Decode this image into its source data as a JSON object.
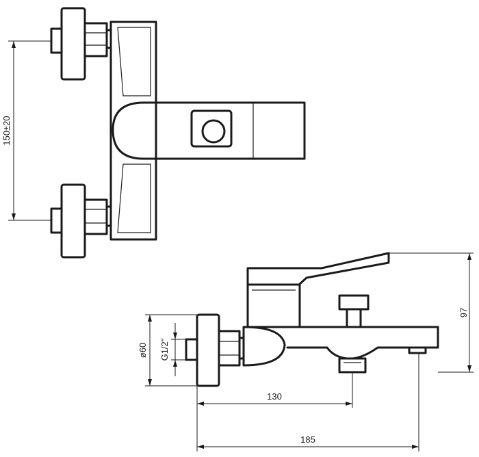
{
  "dimensions": {
    "inlet_spacing": "150±20",
    "height": "97",
    "inlet_diameter": "ø60",
    "thread": "G1/2\"",
    "spout_reach": "130",
    "overall_length": "185"
  },
  "colors": {
    "line": "#1a1a1a",
    "background": "#ffffff"
  }
}
